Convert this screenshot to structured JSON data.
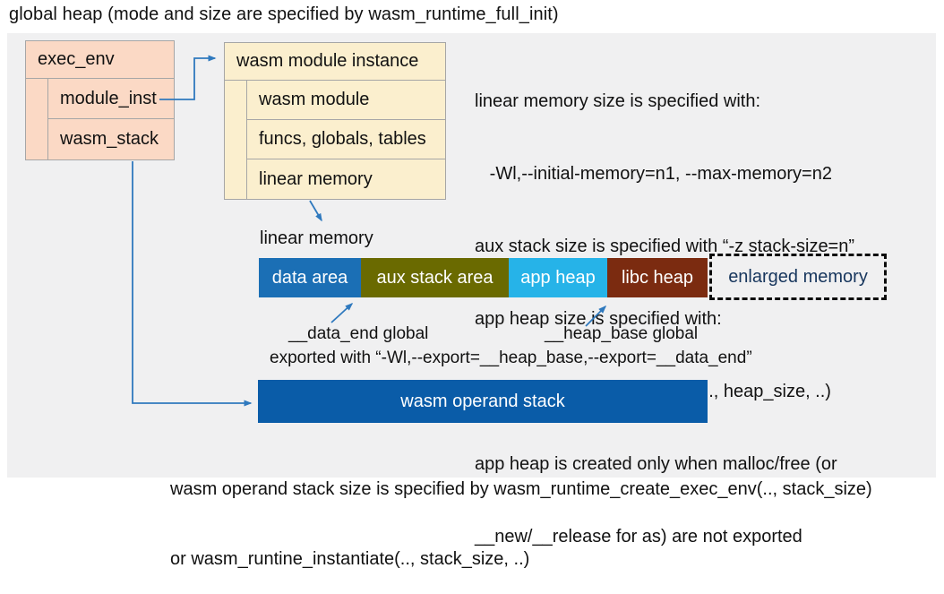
{
  "title": "global heap (mode and size are specified by wasm_runtime_full_init)",
  "exec_env": {
    "header": "exec_env",
    "rows": [
      "module_inst",
      "wasm_stack"
    ]
  },
  "module_instance": {
    "header": "wasm module instance",
    "rows": [
      "wasm module",
      "funcs, globals, tables",
      "linear memory"
    ]
  },
  "notes_right": {
    "lines": [
      "linear memory size is specified with:",
      "   -Wl,--initial-memory=n1, --max-memory=n2",
      "aux stack size is specified with “-z stack-size=n”",
      "app heap size is specified with:",
      "   wasm_runtime_instantiate(.., heap_size, ..)",
      "app heap is created only when malloc/free (or",
      "__new/__release for as) are not exported"
    ]
  },
  "linear_memory": {
    "label": "linear memory",
    "segments": [
      {
        "label": "data area",
        "color": "#1B6FB5"
      },
      {
        "label": "aux stack area",
        "color": "#6A6A00"
      },
      {
        "label": "app heap",
        "color": "#26B3E8"
      },
      {
        "label": "libc heap",
        "color": "#7B2B10"
      }
    ],
    "enlarged": {
      "label": "enlarged memory",
      "text_color": "#17365D",
      "panel_bg": "#F0F0F1"
    }
  },
  "annotations": {
    "data_end_label": "__data_end global",
    "heap_base_label": "__heap_base global",
    "export_line": "exported with “-Wl,--export=__heap_base,--export=__data_end”"
  },
  "operand_stack": {
    "label": "wasm operand stack",
    "color": "#0A5CA8"
  },
  "notes_bottom": {
    "lines": [
      "wasm operand stack size is specified by wasm_runtime_create_exec_env(.., stack_size)",
      "or wasm_runtine_instantiate(.., stack_size, ..)"
    ]
  },
  "colors": {
    "arrow": "#2F79BE",
    "panel_bg": "#F0F0F1",
    "exec_env_fill": "#FBD9C5",
    "module_instance_fill": "#FBEFCE",
    "box_border": "#A6A6A6"
  }
}
